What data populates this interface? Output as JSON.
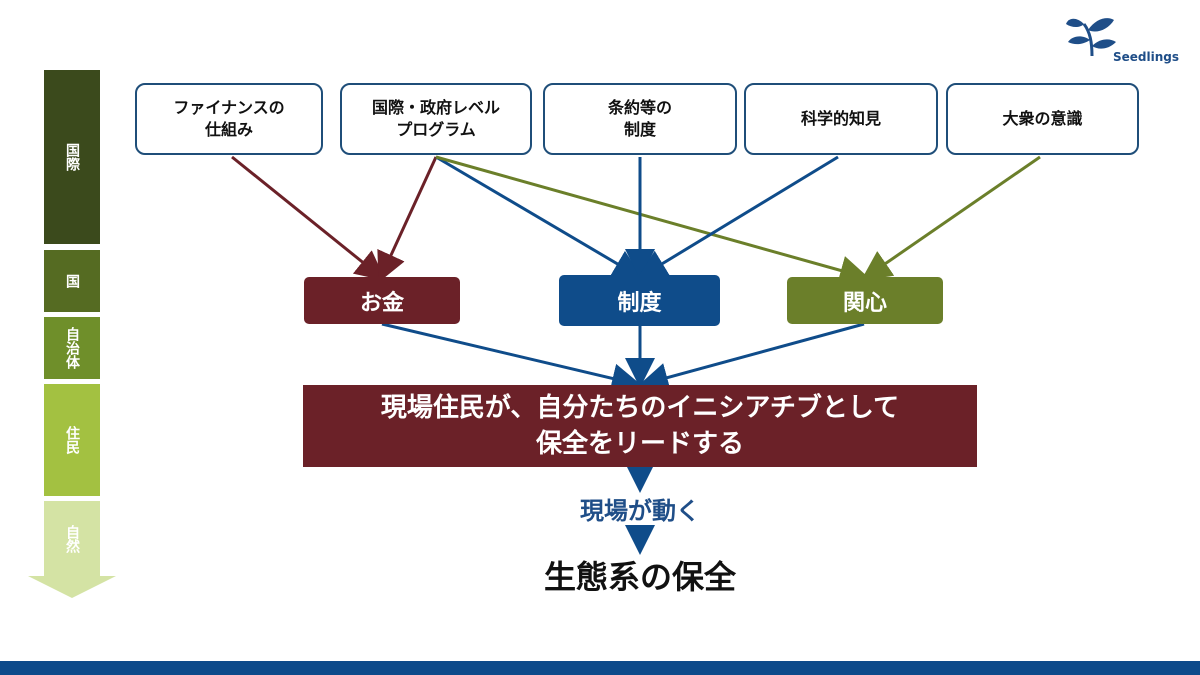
{
  "logo": {
    "name": "Seedlings"
  },
  "scale": [
    {
      "label": "国際",
      "color": "#3b4a1c"
    },
    {
      "label": "国",
      "color": "#556b22"
    },
    {
      "label": "自治体",
      "color": "#6f8f2a"
    },
    {
      "label": "住民",
      "color": "#a3c141"
    },
    {
      "label": "自然",
      "color": "#d4e3a4"
    }
  ],
  "sources": [
    {
      "label": "ファイナンスの\n仕組み"
    },
    {
      "label": "国際・政府レベル\nプログラム"
    },
    {
      "label": "条約等の\n制度"
    },
    {
      "label": "科学的知見"
    },
    {
      "label": "大衆の意識"
    }
  ],
  "channels": [
    {
      "label": "お金",
      "color": "#6b2128"
    },
    {
      "label": "制度",
      "color": "#0f4c8a"
    },
    {
      "label": "関心",
      "color": "#6b7f2a"
    }
  ],
  "outcome": {
    "label": "現場住民が、自分たちのイニシアチブとして\n保全をリードする"
  },
  "motion": {
    "label": "現場が動く"
  },
  "result": {
    "label": "生態系の保全"
  }
}
